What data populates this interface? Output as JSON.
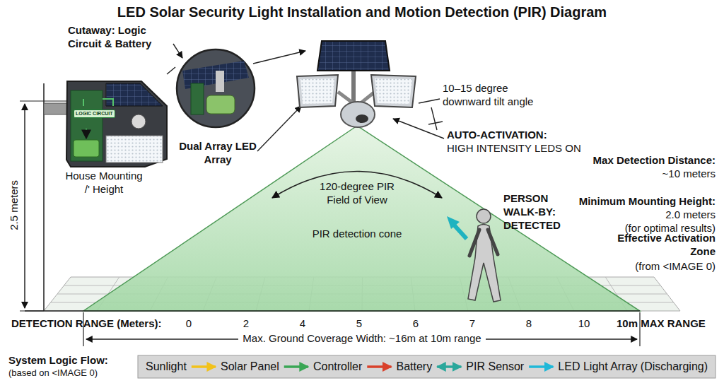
{
  "diagram": {
    "title": "LED Solar Security Light Installation and Motion Detection (PIR) Diagram",
    "nodes": [
      {
        "text": [
          "LOGIC CIRCUIT"
        ]
      },
      {
        "text": [
          "Sunlight"
        ]
      },
      {
        "text": [
          "Solar Panel"
        ]
      },
      {
        "text": [
          "Controller"
        ]
      },
      {
        "text": [
          "Battery"
        ]
      },
      {
        "text": [
          "PIR Sensor"
        ]
      },
      {
        "text": [
          "LED Light Array (Discharging)"
        ]
      }
    ],
    "edges": [
      {
        "from": 1,
        "to": 2,
        "arrow": "to"
      },
      {
        "from": 2,
        "to": 3,
        "arrow": "to"
      },
      {
        "from": 3,
        "to": 4,
        "arrow": "to"
      },
      {
        "from": 4,
        "to": 5,
        "arrow": "both"
      },
      {
        "from": 5,
        "to": 6,
        "arrow": "to"
      }
    ],
    "labels": [
      "Cutaway: Logic Circuit & Battery",
      "House Mounting /' Height",
      "2.5 meters",
      "Dual Array LED Array",
      "10–15 degree downward tilt angle",
      "AUTO-ACTIVATION:",
      "HIGH INTENSITY LEDS ON",
      "Max Detection Distance:",
      "~10 meters",
      "120-degree PIR Field of View",
      "PIR detection cone",
      "PERSON WALK-BY: DETECTED",
      "Minimum Mounting Height:",
      "2.0 meters",
      "(for optimal results)",
      "Effective Activation Zone",
      "(from <IMAGE 0)",
      "DETECTION RANGE (Meters):",
      "0",
      "2",
      "4",
      "5",
      "6",
      "7",
      "8",
      "10",
      "10m MAX RANGE",
      "Max. Ground Coverage Width: ~16m at 10m range",
      "System Logic Flow:",
      "(based on <IMAGE 0)"
    ]
  }
}
